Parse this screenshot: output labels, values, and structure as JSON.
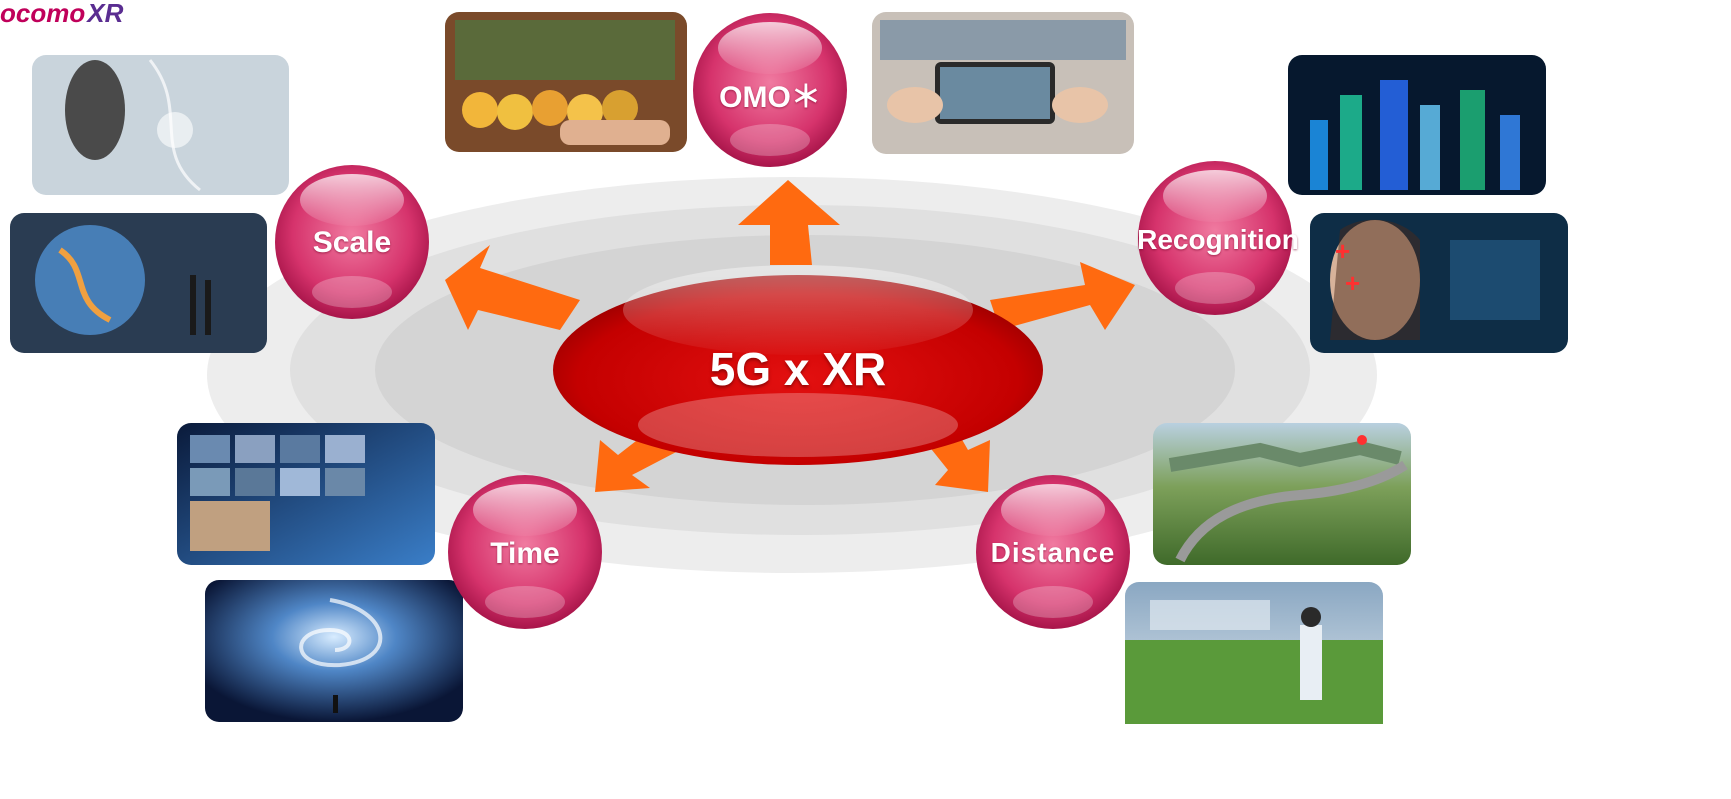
{
  "logo": {
    "brand": "ocomo",
    "mark": "XR"
  },
  "hub": {
    "label": "5G x XR"
  },
  "bubbles": {
    "omo": "OMO＊",
    "scale": "Scale",
    "recognition": "Recognition",
    "time": "Time",
    "distance": "Distance"
  },
  "photos": [
    "woman-dna-hologram",
    "holographic-globe",
    "fruit-market-ar",
    "smartphone-ar-store",
    "digital-city",
    "face-recognition",
    "video-wall",
    "galaxy-spiral",
    "road-landscape",
    "field-vr-headset"
  ],
  "colors": {
    "hub_red": "#cc0000",
    "bubble_pink": "#d6336c",
    "arrow_orange": "#ff6a10",
    "ring_gray": "#d8d8d8"
  }
}
